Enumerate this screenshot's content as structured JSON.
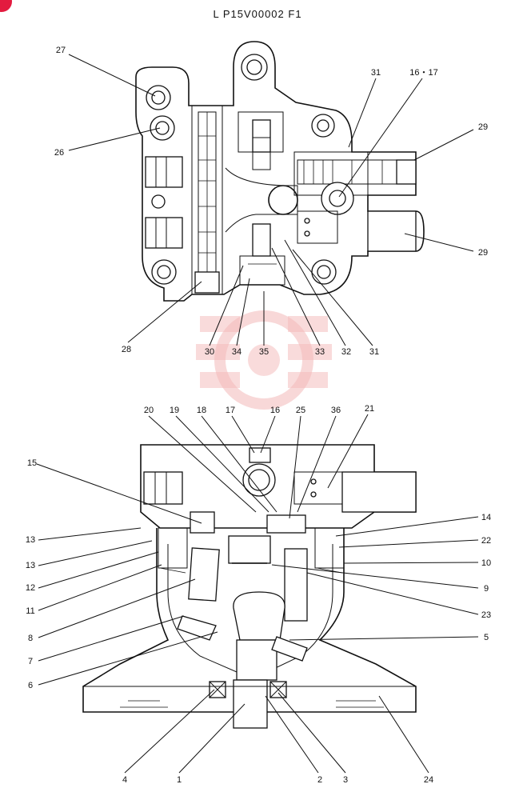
{
  "title": "L P15V00002 F1",
  "top_view": {
    "labels": [
      "27",
      "26",
      "31",
      "16・17",
      "29",
      "29",
      "28",
      "30",
      "34",
      "35",
      "33",
      "32",
      "31"
    ]
  },
  "bottom_view": {
    "labels": [
      "20",
      "19",
      "18",
      "17",
      "16",
      "25",
      "36",
      "21",
      "15",
      "14",
      "13",
      "13",
      "22",
      "12",
      "10",
      "11",
      "9",
      "8",
      "23",
      "7",
      "5",
      "6",
      "4",
      "1",
      "2",
      "3",
      "24"
    ]
  },
  "colors": {
    "line": "#111111",
    "watermark": "#f3b8b8",
    "badge": "#e31b3f"
  }
}
